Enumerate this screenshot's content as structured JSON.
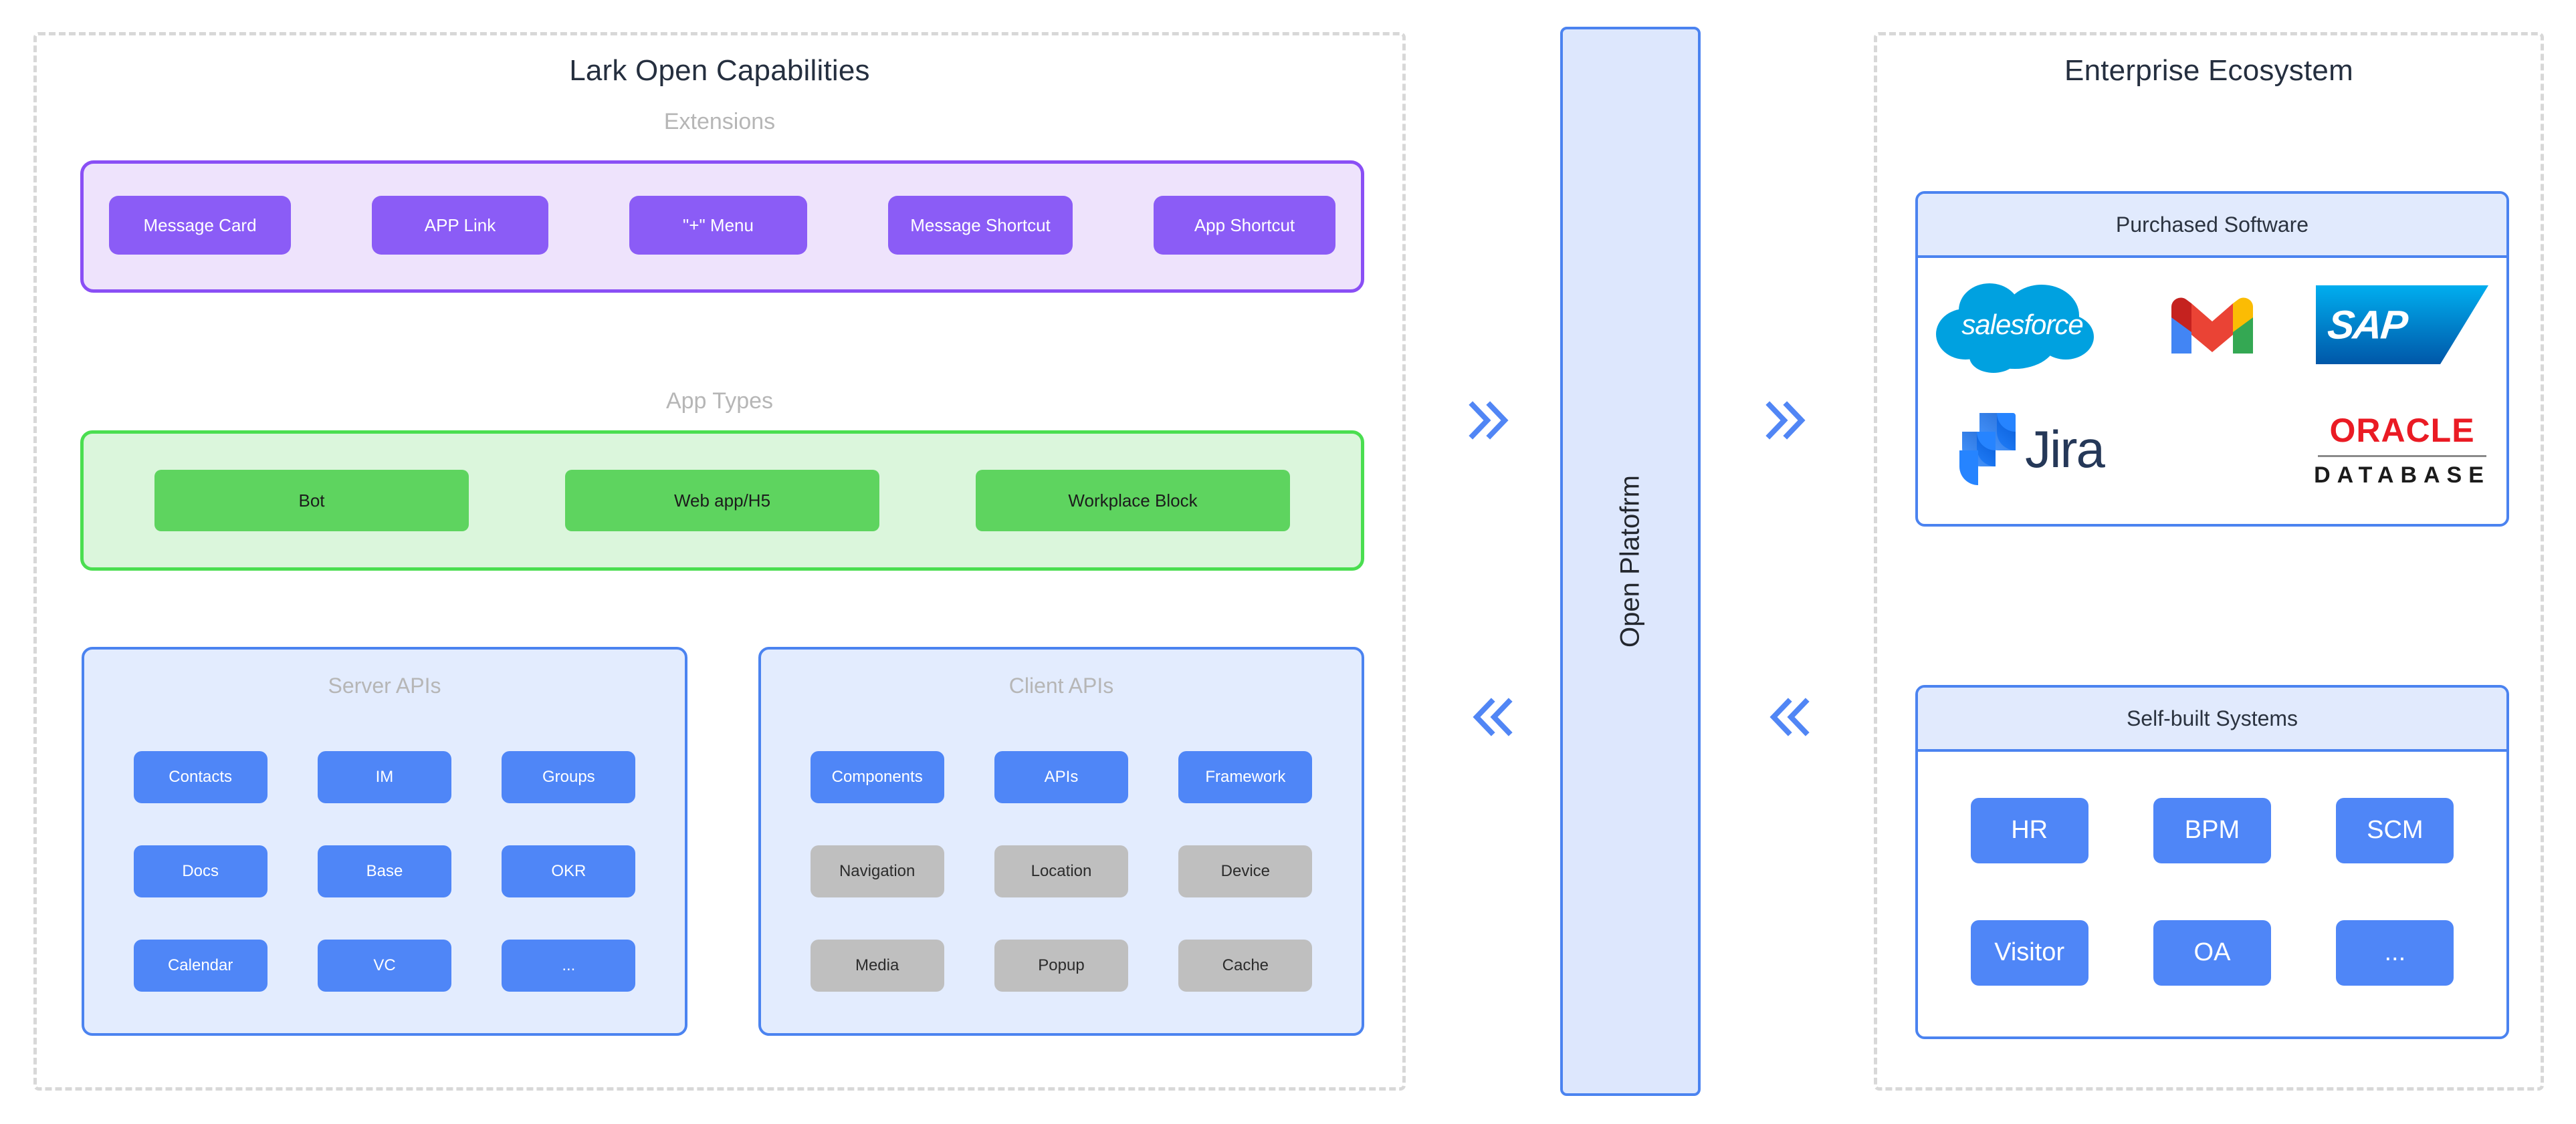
{
  "left_panel": {
    "title": "Lark Open Capabilities",
    "extensions": {
      "label": "Extensions",
      "items": [
        {
          "label": "Message Card"
        },
        {
          "label": "APP Link"
        },
        {
          "label": "\"+\" Menu"
        },
        {
          "label": "Message Shortcut"
        },
        {
          "label": "App Shortcut"
        }
      ]
    },
    "app_types": {
      "label": "App Types",
      "items": [
        {
          "label": "Bot"
        },
        {
          "label": "Web app/H5"
        },
        {
          "label": "Workplace Block"
        }
      ]
    },
    "server_apis": {
      "title": "Server APIs",
      "items": [
        {
          "label": "Contacts",
          "style": "blue"
        },
        {
          "label": "IM",
          "style": "blue"
        },
        {
          "label": "Groups",
          "style": "blue"
        },
        {
          "label": "Docs",
          "style": "blue"
        },
        {
          "label": "Base",
          "style": "blue"
        },
        {
          "label": "OKR",
          "style": "blue"
        },
        {
          "label": "Calendar",
          "style": "blue"
        },
        {
          "label": "VC",
          "style": "blue"
        },
        {
          "label": "...",
          "style": "blue"
        }
      ]
    },
    "client_apis": {
      "title": "Client APIs",
      "items": [
        {
          "label": "Components",
          "style": "blue"
        },
        {
          "label": "APIs",
          "style": "blue"
        },
        {
          "label": "Framework",
          "style": "blue"
        },
        {
          "label": "Navigation",
          "style": "gray"
        },
        {
          "label": "Location",
          "style": "gray"
        },
        {
          "label": "Device",
          "style": "gray"
        },
        {
          "label": "Media",
          "style": "gray"
        },
        {
          "label": "Popup",
          "style": "gray"
        },
        {
          "label": "Cache",
          "style": "gray"
        }
      ]
    }
  },
  "center": {
    "label": "Open Platofrm",
    "arrows": [
      {
        "name": "arrow-right-top-left",
        "glyph": "chevrons-right"
      },
      {
        "name": "arrow-right-top-right",
        "glyph": "chevrons-right"
      },
      {
        "name": "arrow-left-bottom-left",
        "glyph": "chevrons-left"
      },
      {
        "name": "arrow-left-bottom-right",
        "glyph": "chevrons-left"
      }
    ]
  },
  "right_panel": {
    "title": "Enterprise Ecosystem",
    "purchased_software": {
      "title": "Purchased Software",
      "logos": [
        {
          "name": "salesforce-logo",
          "text": "salesforce"
        },
        {
          "name": "gmail-logo",
          "text": ""
        },
        {
          "name": "sap-logo",
          "text": "SAP"
        },
        {
          "name": "jira-logo",
          "text": "Jira"
        },
        {
          "name": "oracle-database-logo",
          "text_top": "ORACLE",
          "text_bottom": "DATABASE"
        }
      ]
    },
    "self_built_systems": {
      "title": "Self-built Systems",
      "items": [
        {
          "label": "HR"
        },
        {
          "label": "BPM"
        },
        {
          "label": "SCM"
        },
        {
          "label": "Visitor"
        },
        {
          "label": "OA"
        },
        {
          "label": "..."
        }
      ]
    }
  },
  "colors": {
    "extension_chip": "#8b5cf6",
    "extension_group_bg": "#eee3fc",
    "extension_group_border": "#8a4ff5",
    "apptype_chip": "#5ed45f",
    "apptype_group_bg": "#dbf6dc",
    "apptype_group_border": "#4ade50",
    "api_card_bg": "#e3ecfe",
    "api_card_border": "#4b83f0",
    "api_chip_blue": "#4f86f7",
    "api_chip_gray": "#bfbfbf",
    "open_platform_bg": "#dde7fd",
    "arrow": "#5186f5",
    "dashed_border": "#d8d8d8"
  }
}
